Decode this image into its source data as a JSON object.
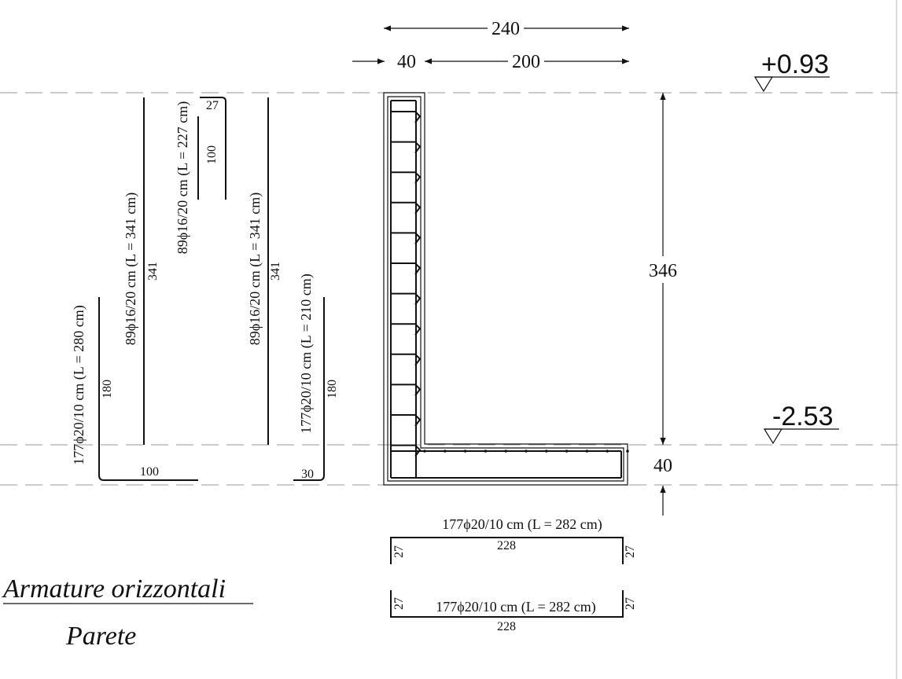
{
  "elevations": {
    "top": "+0.93",
    "bottom": "-2.53"
  },
  "dimensions": {
    "total_width": "240",
    "wall_thickness": "40",
    "toe_width": "200",
    "height": "346",
    "base_thickness": "40"
  },
  "bars": {
    "bar_l_left": {
      "label": "177ϕ20/10 cm (L = 280 cm)",
      "vertical": "180",
      "horizontal": "100"
    },
    "bar_straight_1": {
      "label": "89ϕ16/20 cm (L =  341 cm)",
      "length": "341"
    },
    "bar_hook": {
      "label": "89ϕ16/20 cm (L = 227 cm)",
      "top": "27",
      "length": "100"
    },
    "bar_straight_2": {
      "label": "89ϕ16/20 cm (L =  341 cm)",
      "length": "341"
    },
    "bar_l_right": {
      "label": "177ϕ20/10 cm (L = 210 cm)",
      "vertical": "180",
      "horizontal": "30"
    },
    "bar_u_top": {
      "label": "177ϕ20/10 cm (L = 282 cm)",
      "length": "228",
      "leg_left": "27",
      "leg_right": "27"
    },
    "bar_u_bottom": {
      "label": "177ϕ20/10 cm (L = 282 cm)",
      "length": "228",
      "leg_left": "27",
      "leg_right": "27"
    }
  },
  "titles": {
    "main": "Armature orizzontali",
    "sub": "Parete"
  }
}
